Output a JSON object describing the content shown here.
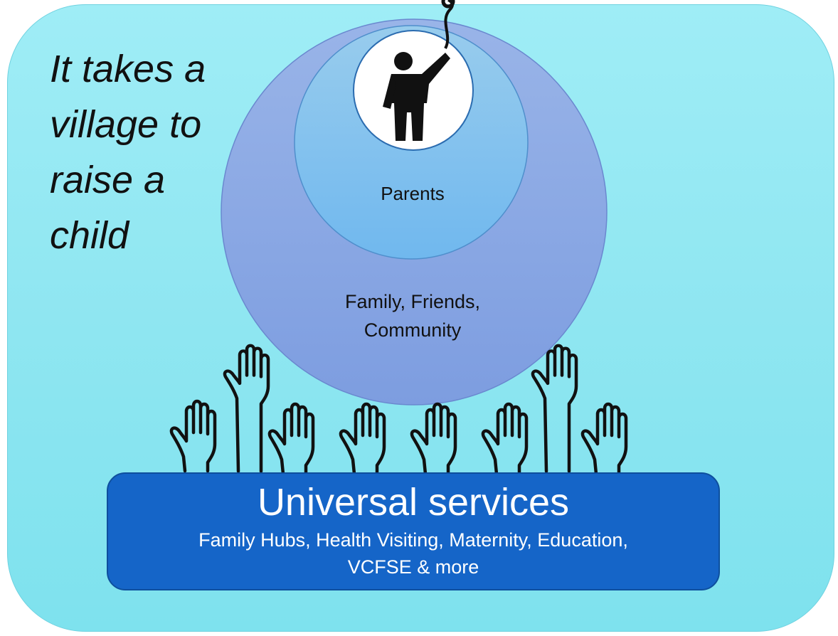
{
  "tagline": "It takes a\nvillage to\nraise a\nchild",
  "circles": {
    "inner": "Parents",
    "outer": "Family, Friends,\nCommunity"
  },
  "services": {
    "title": "Universal services",
    "subtitle": "Family Hubs, Health Visiting, Maternity, Education,\nVCFSE & more"
  },
  "icons": {
    "child": "child-balloon-icon",
    "hands": "raised-hand-icon"
  },
  "colors": {
    "background": "#92e7f2",
    "outer_circle": "#8fa9e4",
    "inner_circle": "#8ac4ec",
    "services": "#1565c8",
    "hand_outline": "#111111"
  }
}
